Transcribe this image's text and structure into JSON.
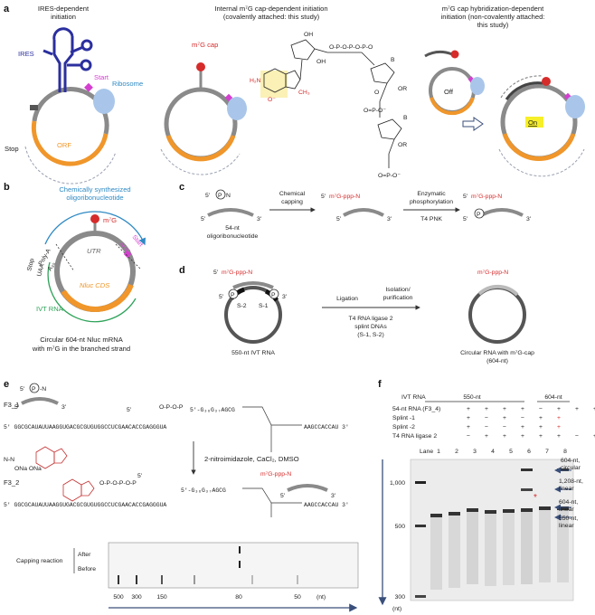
{
  "panel_a": {
    "label": "a",
    "title_1": "IRES-dependent",
    "title_1b": "initiation",
    "title_2": "Internal m⁷G cap-dependent initiation",
    "title_2b": "(covalently attached: this study)",
    "title_3": "m⁷G cap hybridization-dependent",
    "title_3b": "initiation (non-covalently attached:",
    "title_3c": "this study)",
    "ires": "IRES",
    "start": "Start",
    "ribosome": "Ribosome",
    "stop": "Stop",
    "orf": "ORF",
    "cap": "m⁷G cap",
    "off": "Off",
    "on": "On"
  },
  "panel_b": {
    "label": "b",
    "oligo_1": "Chemically synthesized",
    "oligo_2": "oligoribonucleotide",
    "m7g": "m⁷G",
    "start": "Start",
    "aug": "AUG",
    "stop": "Stop",
    "polya": "Poly-A",
    "a30": "A₃₀",
    "uaa": "UAA",
    "utr": "UTR",
    "cds": "Nluc CDS",
    "ivt": "IVT RNA",
    "caption_1": "Circular 604-nt Nluc mRNA",
    "caption_2": "with m⁷G in the branched strand"
  },
  "panel_c": {
    "label": "c",
    "five": "5'",
    "three": "3'",
    "p": "P",
    "nn": "N",
    "n": "n",
    "oligo_1": "54-nt",
    "oligo_2": "oligoribonucleotide",
    "step1_1": "Chemical",
    "step1_2": "capping",
    "m7g_ppp": "m⁷G-ppp-N",
    "step2_1": "Enzymatic",
    "step2_2": "phosphorylation",
    "enzyme": "T4 PNK"
  },
  "panel_d": {
    "label": "d",
    "s1": "S-1",
    "s2": "S-2",
    "ivt": "550-nt IVT RNA",
    "ligation": "Ligation",
    "iso_1": "Isolation/",
    "iso_2": "purification",
    "ligase_1": "T4 RNA ligase 2",
    "ligase_2": "splint DNAs",
    "ligase_3": "(S-1, S-2)",
    "circ_1": "Circular RNA with m⁷G-cap",
    "circ_2": "(604-nt)"
  },
  "panel_e": {
    "label": "e",
    "f3_1": "F3_1",
    "f3_2": "F3_2",
    "frag": "5'-G₃₆G₃₇AGCG",
    "seq_left": "5' GGCGCAUAUUAAGGUGACGCGUGUGGCCUCGAACACCGAGGGUA",
    "seq_right": "AAGCCACCAU 3'",
    "reagent": "2-nitroimidazole, CaCl₂, DMSO",
    "capping": "Capping reaction",
    "after": "After",
    "before": "Before",
    "ladder": [
      "500",
      "300",
      "150",
      "80",
      "50"
    ],
    "unit": "(nt)"
  },
  "panel_f": {
    "label": "f",
    "ivt_rna": "IVT RNA",
    "group_550": "550-nt",
    "group_604": "604-nt",
    "rows": [
      {
        "label": "54-nt RNA (F3_4)",
        "values": [
          "+",
          "+",
          "+",
          "+",
          "−",
          "+",
          "+",
          "+"
        ]
      },
      {
        "label": "Splint -1",
        "values": [
          "+",
          "−",
          "+",
          "−",
          "+",
          "+",
          "",
          ""
        ]
      },
      {
        "label": "Splint -2",
        "values": [
          "+",
          "−",
          "−",
          "+",
          "+",
          "+",
          "",
          ""
        ]
      },
      {
        "label": "T4 RNA ligase 2",
        "values": [
          "−",
          "+",
          "+",
          "+",
          "+",
          "+",
          "−",
          "+"
        ]
      }
    ],
    "lane_label": "Lane",
    "lanes": [
      "1",
      "2",
      "3",
      "4",
      "5",
      "6",
      "7",
      "8"
    ],
    "ymarks": [
      "1,000",
      "500",
      "300"
    ],
    "unit": "(nt)",
    "annotations": [
      "604-nt,",
      "circular",
      "1,208-nt,",
      "linear",
      "604-nt,",
      "linear",
      "550-nt,",
      "linear"
    ],
    "star": "*"
  },
  "colors": {
    "ires": "#2b2f9e",
    "ribosome": "#a9c6ea",
    "orf": "#f0962a",
    "cap": "#d62b2b",
    "start": "#d43fcf",
    "ivt": "#2ea35a",
    "oligo": "#2f8ac4",
    "on_box": "#f7ef28",
    "arrow": "#3a4f7a"
  }
}
